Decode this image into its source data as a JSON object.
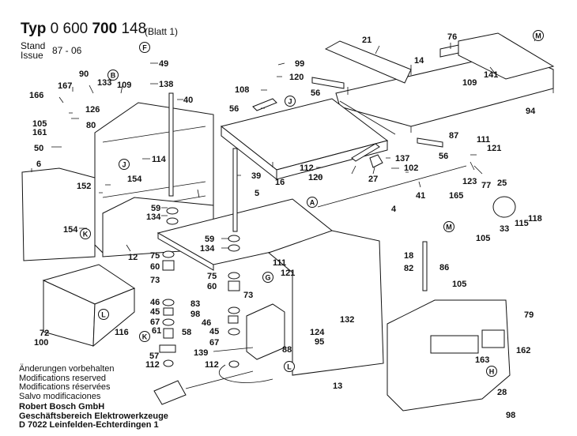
{
  "header": {
    "typ_prefix": "Typ",
    "typ_number_a": "0 600",
    "typ_number_b": "700",
    "typ_number_c": "148",
    "sheet": "(Blatt 1)",
    "stand_label": "Stand",
    "issue_label": "Issue",
    "issue_value": "87 - 06"
  },
  "notes": {
    "lines": [
      "Änderungen vorbehalten",
      "Modifications reserved",
      "Modifications réservées",
      "Salvo modificaciones"
    ]
  },
  "company": {
    "lines": [
      "Robert Bosch GmbH",
      "Geschäftsbereich Elektrowerkzeuge",
      "D 7022 Leinfelden-Echterdingen 1"
    ]
  },
  "callouts": [
    "F",
    "B",
    "J",
    "M",
    "A",
    "G",
    "K",
    "L",
    "H"
  ],
  "part_labels": [
    "49",
    "138",
    "40",
    "90",
    "133",
    "109",
    "167",
    "166",
    "126",
    "105",
    "161",
    "80",
    "50",
    "114",
    "6",
    "152",
    "154",
    "154",
    "12",
    "59",
    "134",
    "59",
    "134",
    "5",
    "39",
    "16",
    "21",
    "14",
    "76",
    "99",
    "120",
    "108",
    "56",
    "56",
    "56",
    "109",
    "141",
    "94",
    "87",
    "111",
    "121",
    "112",
    "120",
    "27",
    "137",
    "102",
    "123",
    "41",
    "77",
    "25",
    "165",
    "115",
    "118",
    "33",
    "105",
    "4",
    "18",
    "82",
    "86",
    "105",
    "111",
    "121",
    "75",
    "60",
    "73",
    "75",
    "60",
    "73",
    "46",
    "45",
    "67",
    "61",
    "58",
    "57",
    "112",
    "83",
    "98",
    "46",
    "45",
    "67",
    "139",
    "112",
    "72",
    "116",
    "100",
    "124",
    "132",
    "95",
    "88",
    "13",
    "79",
    "162",
    "163",
    "28",
    "98"
  ]
}
